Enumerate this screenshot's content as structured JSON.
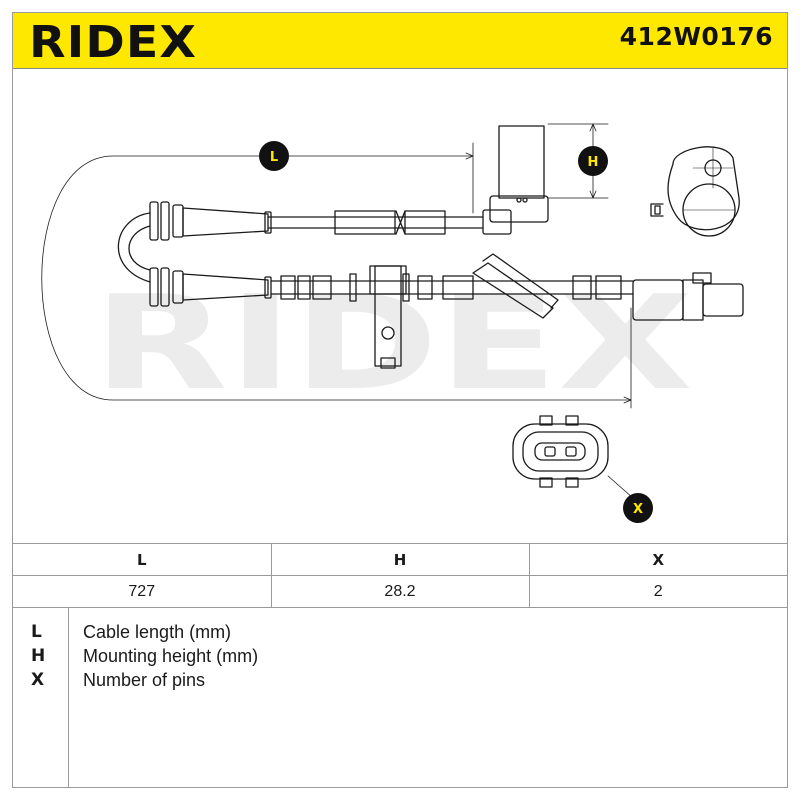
{
  "header": {
    "brand": "RIDEX",
    "part_number": "412W0176"
  },
  "drawing": {
    "dimension_labels": {
      "L": "L",
      "H": "H",
      "X": "X"
    },
    "watermark": "RIDEX"
  },
  "table": {
    "headers": [
      "L",
      "H",
      "X"
    ],
    "values": [
      "727",
      "28.2",
      "2"
    ]
  },
  "legend": [
    {
      "key": "L",
      "text": "Cable length (mm)"
    },
    {
      "key": "H",
      "text": "Mounting height (mm)"
    },
    {
      "key": "X",
      "text": "Number of pins"
    }
  ],
  "colors": {
    "accent": "#ffe800",
    "ink": "#1a1a1a"
  }
}
